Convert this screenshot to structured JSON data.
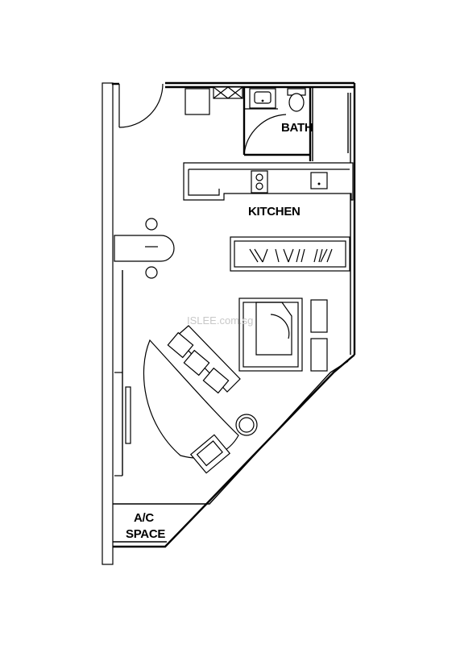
{
  "labels": {
    "bath": "BATH",
    "kitchen": "KITCHEN",
    "ac_line1": "A/C",
    "ac_line2": "SPACE"
  },
  "watermark": "ISLEE.com.sg"
}
